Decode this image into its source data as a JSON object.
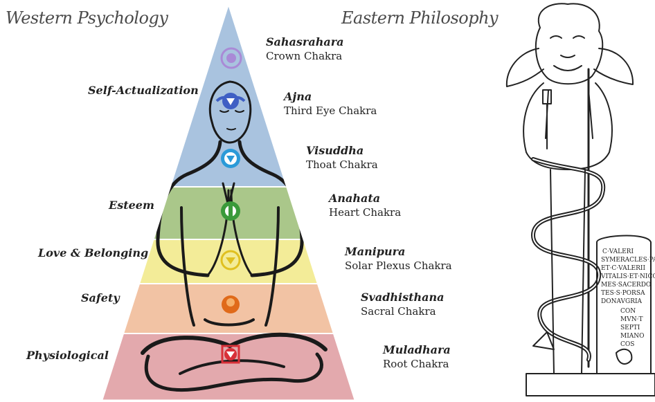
{
  "headers": {
    "left": "Western Psychology",
    "right": "Eastern Philosophy"
  },
  "levels": [
    {
      "label": "Self-Actualization",
      "color": "#a9c3df"
    },
    {
      "label": "Esteem",
      "color": "#aac78a"
    },
    {
      "label": "Love & Belonging",
      "color": "#f3ec98"
    },
    {
      "label": "Safety",
      "color": "#f2c3a4"
    },
    {
      "label": "Physiological",
      "color": "#e3a9ad"
    }
  ],
  "chakras": [
    {
      "name": "Sahasrahara",
      "sub": "Crown Chakra",
      "color": "#a98ad6"
    },
    {
      "name": "Ajna",
      "sub": "Third Eye Chakra",
      "color": "#3f5fc4"
    },
    {
      "name": "Visuddha",
      "sub": "Thoat Chakra",
      "color": "#2a9ad8"
    },
    {
      "name": "Anahata",
      "sub": "Heart Chakra",
      "color": "#3a9a3a"
    },
    {
      "name": "Manipura",
      "sub": "Solar Plexus Chakra",
      "color": "#e0c020"
    },
    {
      "name": "Svadhisthana",
      "sub": "Sacral Chakra",
      "color": "#e06a1a"
    },
    {
      "name": "Muladhara",
      "sub": "Root Chakra",
      "color": "#d83038"
    }
  ],
  "inscription": [
    "C·VALERI",
    "SYMERACLES·PAT",
    "ET·C·VALERII",
    "VITALIS·ET·NICO",
    "MES·SACERDO",
    "TES·S·PORSA",
    "DONAVGRIA",
    "CON",
    "MVN·T",
    "SEPTI",
    "MIANO",
    "COS"
  ]
}
